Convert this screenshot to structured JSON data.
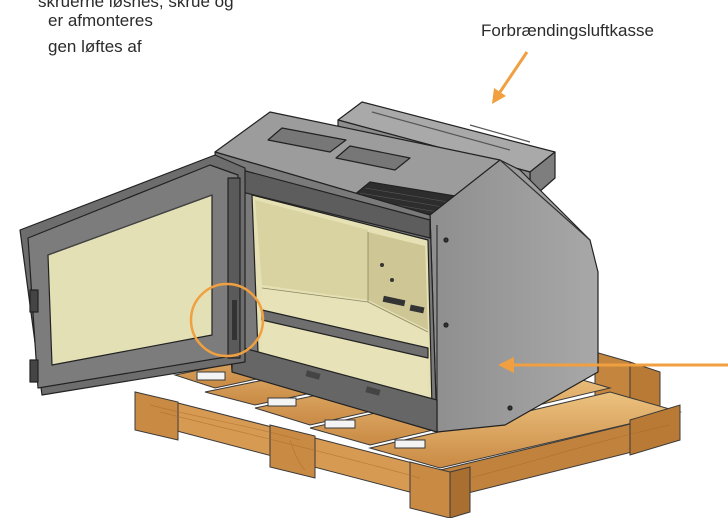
{
  "labels": {
    "instruction_lines": [
      "skruerne løsnes, skrue og",
      "er afmonteres",
      "gen løftes af"
    ],
    "combustion_air_box": "Forbrændingsluftkasse"
  },
  "colors": {
    "annotation_orange": "#F0A040",
    "body_grey": "#909090",
    "firebox_cream": "#E6E1B4",
    "wood": "#D9A45F"
  }
}
